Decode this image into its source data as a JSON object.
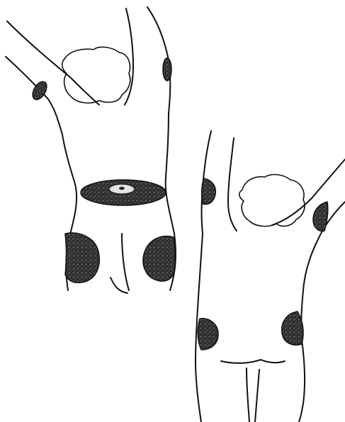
{
  "figures": [
    {
      "id": "figure-rear-view",
      "view": "rear",
      "arms": "raised"
    },
    {
      "id": "figure-rear-side-view",
      "view": "rear-side",
      "arms": "raised"
    }
  ],
  "marked_regions": {
    "figure_one": [
      "left-underarm",
      "right-underarm",
      "waist-band",
      "left-buttock",
      "right-buttock"
    ],
    "figure_two": [
      "left-underarm",
      "right-underarm",
      "left-hip",
      "right-hip"
    ]
  },
  "colors": {
    "ink": "#111111",
    "shading": "#2a2a2a",
    "paper": "#ffffff",
    "center_mark": "#f4f4f4"
  }
}
